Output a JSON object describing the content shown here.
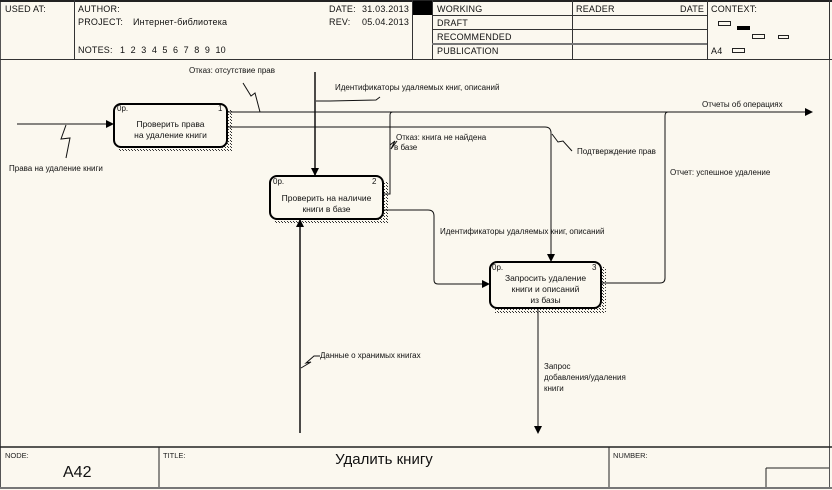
{
  "header": {
    "used_at_label": "USED AT:",
    "author_label": "AUTHOR:",
    "author_value": "",
    "project_label": "PROJECT:",
    "project_value": "Интернет-библиотека",
    "notes_label": "NOTES:",
    "notes_value": "1  2  3  4  5  6  7  8  9  10",
    "date_label": "DATE:",
    "date_value": "31.03.2013",
    "rev_label": "REV:",
    "rev_value": "05.04.2013",
    "status": [
      {
        "label": "WORKING",
        "selected": true
      },
      {
        "label": "DRAFT",
        "selected": false
      },
      {
        "label": "RECOMMENDED",
        "selected": false
      },
      {
        "label": "PUBLICATION",
        "selected": false
      }
    ],
    "reader_label": "READER",
    "reader_date_label": "DATE",
    "context_label": "CONTEXT:",
    "context_page": "A4"
  },
  "diagram": {
    "activities": [
      {
        "id": "1",
        "ref": "0р.",
        "lines": [
          "Проверить права",
          "на удаление книги"
        ]
      },
      {
        "id": "2",
        "ref": "0р.",
        "lines": [
          "Проверить на наличие",
          "книги в базе"
        ]
      },
      {
        "id": "3",
        "ref": "0р.",
        "lines": [
          "Запросить удаление",
          "книги и описаний",
          "из базы"
        ]
      }
    ],
    "arrows": {
      "rights_input": "Права на удаление книги",
      "refusal_no_rights": "Отказ: отсутствие прав",
      "ids_top": "Идентификаторы удаляемых книг, описаний",
      "reports": "Отчеты об операциях",
      "refusal_not_found_1": "Отказ: книга не найдена",
      "refusal_not_found_2": "в базе",
      "rights_confirmation": "Подтверждение прав",
      "success_report": "Отчет: успешное удаление",
      "ids_mid": "Идентификаторы удаляемых книг, описаний",
      "stored_books_data": "Данные о хранимых книгах",
      "request_1": "Запрос",
      "request_2": "добавления/удаления",
      "request_3": "книги"
    }
  },
  "footer": {
    "node_label": "NODE:",
    "node_value": "A42",
    "title_label": "TITLE:",
    "title_value": "Удалить книгу",
    "number_label": "NUMBER:",
    "number_value": ""
  }
}
